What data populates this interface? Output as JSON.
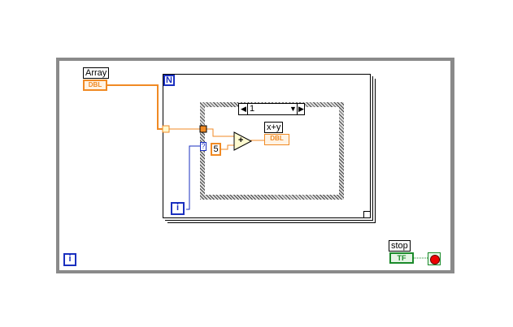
{
  "diagram": {
    "array_control": {
      "label": "Array",
      "type": "DBL"
    },
    "for_loop": {
      "count_terminal": "N",
      "iteration_terminal": "i"
    },
    "case_structure": {
      "selector_value": "1",
      "selector_tunnel": "?"
    },
    "constant": "5",
    "add_function": "+",
    "output_indicator": {
      "label": "x+y",
      "type": "DBL"
    },
    "while_loop": {
      "iteration_terminal": "i"
    },
    "stop_control": {
      "label": "stop",
      "type": "TF"
    },
    "colors": {
      "double_wire": "#f08a24",
      "integer_wire": "#1a2fbf",
      "boolean_wire": "#1a8a2a",
      "frame": "#8a8a8a"
    }
  }
}
